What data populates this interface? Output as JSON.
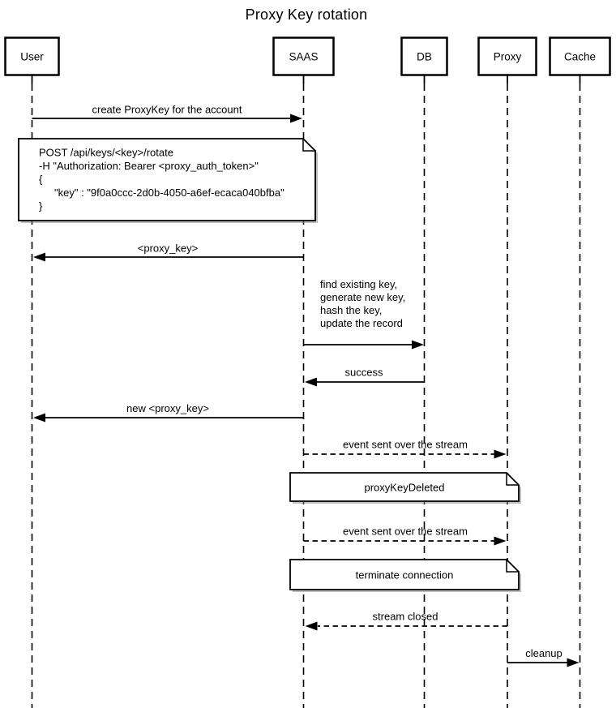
{
  "diagram": {
    "type": "sequence",
    "title": "Proxy Key rotation"
  },
  "actors": [
    {
      "id": "user",
      "label": "User"
    },
    {
      "id": "saas",
      "label": "SAAS"
    },
    {
      "id": "db",
      "label": "DB"
    },
    {
      "id": "proxy",
      "label": "Proxy"
    },
    {
      "id": "cache",
      "label": "Cache"
    }
  ],
  "messages": [
    {
      "label": "create ProxyKey for the account",
      "from": "User",
      "to": "SAAS",
      "line": "solid"
    },
    {
      "label": "<proxy_key>",
      "from": "SAAS",
      "to": "User",
      "line": "solid"
    },
    {
      "lines": [
        "find existing key,",
        "generate new key,",
        "hash the key,",
        "update the record"
      ],
      "from": "SAAS",
      "to": "DB",
      "line": "solid"
    },
    {
      "label": "success",
      "from": "DB",
      "to": "SAAS",
      "line": "solid"
    },
    {
      "label": "new <proxy_key>",
      "from": "SAAS",
      "to": "User",
      "line": "solid"
    },
    {
      "label": "event sent over the stream",
      "from": "SAAS",
      "to": "Proxy",
      "line": "dashed"
    },
    {
      "label": "event sent over the stream",
      "from": "SAAS",
      "to": "Proxy",
      "line": "dashed"
    },
    {
      "label": "stream closed",
      "from": "Proxy",
      "to": "SAAS",
      "line": "dashed"
    },
    {
      "label": "cleanup",
      "from": "Proxy",
      "to": "Cache",
      "line": "solid"
    }
  ],
  "notes": [
    {
      "over": "User,SAAS",
      "lines": [
        "POST /api/keys/<key>/rotate",
        "-H \"Authorization: Bearer <proxy_auth_token>\"",
        "{",
        "\"key\" : \"9f0a0ccc-2d0b-4050-a6ef-ecaca040bfba\"",
        "}"
      ]
    },
    {
      "over": "SAAS,Proxy",
      "text": "proxyKeyDeleted"
    },
    {
      "over": "SAAS,Proxy",
      "text": "terminate connection"
    }
  ],
  "colors": {
    "stroke": "#000000",
    "background": "#ffffff",
    "note_fill": "#ffffff"
  }
}
